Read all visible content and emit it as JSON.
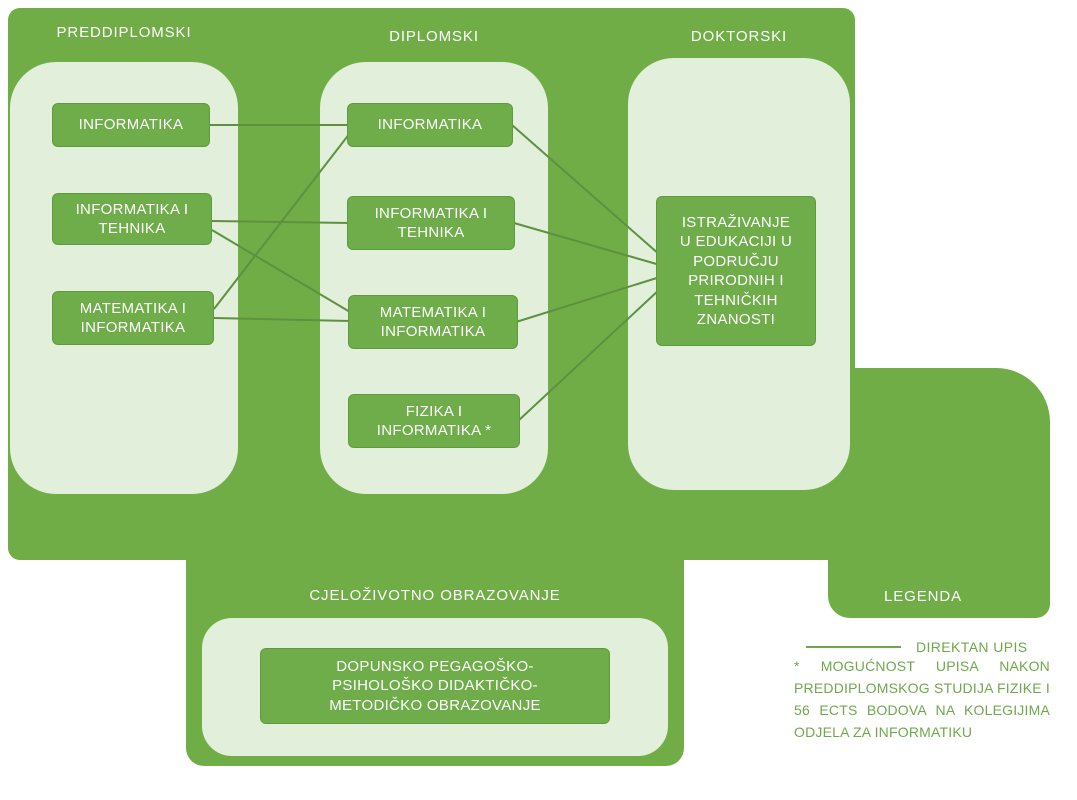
{
  "diagram": {
    "columns": [
      {
        "title": "PREDDIPLOMSKI",
        "boxes": [
          {
            "label": "INFORMATIKA"
          },
          {
            "label": "INFORMATIKA I TEHNIKA"
          },
          {
            "label": "MATEMATIKA I INFORMATIKA"
          }
        ]
      },
      {
        "title": "DIPLOMSKI",
        "boxes": [
          {
            "label": "INFORMATIKA"
          },
          {
            "label": "INFORMATIKA I TEHNIKA"
          },
          {
            "label": "MATEMATIKA I INFORMATIKA"
          },
          {
            "label": "FIZIKA I INFORMATIKA *"
          }
        ]
      },
      {
        "title": "DOKTORSKI",
        "boxes": [
          {
            "label": "ISTRAŽIVANJE U EDUKACIJI U PODRUČJU PRIRODNIH I TEHNIČKIH ZNANOSTI"
          }
        ]
      }
    ],
    "lifelong": {
      "title": "CJELOŽIVOTNO OBRAZOVANJE",
      "box_label": "DOPUNSKO PEGAGOŠKO-PSIHOLOŠKO DIDAKTIČKO-METODIČKO OBRAZOVANJE"
    },
    "legend": {
      "title": "LEGENDA",
      "line_label": "DIREKTAN UPIS",
      "note": "* MOGUĆNOST UPISA NAKON PREDDIPLOMSKOG STUDIJA FIZIKE I 56 ECTS BODOVA NA KOLEGIJIMA ODJELA ZA INFORMATIKU"
    },
    "connections": {
      "preddiplomski_to_diplomski": [
        {
          "from": "INFORMATIKA",
          "to": "INFORMATIKA"
        },
        {
          "from": "INFORMATIKA I TEHNIKA",
          "to": "INFORMATIKA I TEHNIKA"
        },
        {
          "from": "MATEMATIKA I INFORMATIKA",
          "to": "MATEMATIKA I INFORMATIKA"
        },
        {
          "from": "MATEMATIKA I INFORMATIKA",
          "to": "INFORMATIKA"
        },
        {
          "from": "INFORMATIKA I TEHNIKA",
          "to": "MATEMATIKA I INFORMATIKA"
        }
      ],
      "diplomski_to_doktorski": [
        {
          "from": "INFORMATIKA",
          "to": "ISTRAŽIVANJE U EDUKACIJI U PODRUČJU PRIRODNIH I TEHNIČKIH ZNANOSTI"
        },
        {
          "from": "INFORMATIKA I TEHNIKA",
          "to": "ISTRAŽIVANJE U EDUKACIJI U PODRUČJU PRIRODNIH I TEHNIČKIH ZNANOSTI"
        },
        {
          "from": "MATEMATIKA I INFORMATIKA",
          "to": "ISTRAŽIVANJE U EDUKACIJI U PODRUČJU PRIRODNIH I TEHNIČKIH ZNANOSTI"
        },
        {
          "from": "FIZIKA I INFORMATIKA *",
          "to": "ISTRAŽIVANJE U EDUKACIJI U PODRUČJU PRIRODNIH I TEHNIČKIH ZNANOSTI"
        }
      ]
    },
    "colors": {
      "background_green": "#70ad47",
      "panel_light_green": "#e2efda",
      "line_green": "#5d9140",
      "text_white": "#ffffff",
      "legend_text_green": "#6fa84c"
    }
  }
}
